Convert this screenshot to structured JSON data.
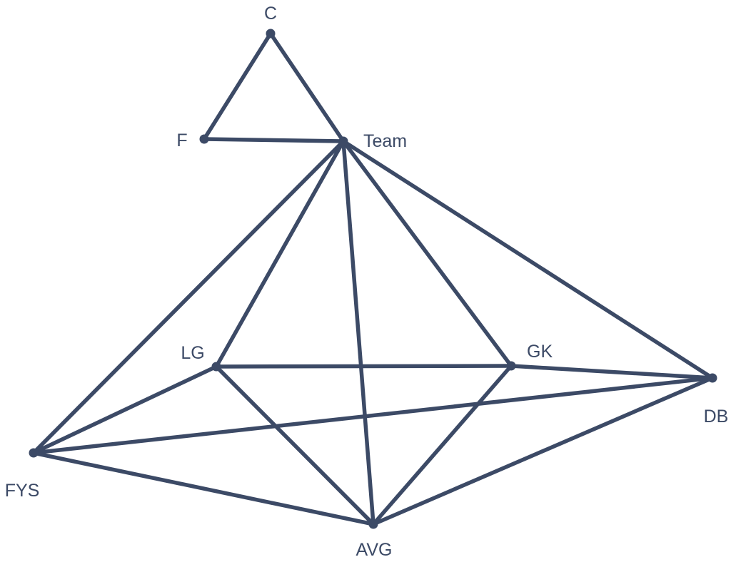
{
  "graph": {
    "nodes": [
      {
        "id": "C",
        "label": "C"
      },
      {
        "id": "F",
        "label": "F"
      },
      {
        "id": "Team",
        "label": "Team"
      },
      {
        "id": "LG",
        "label": "LG"
      },
      {
        "id": "GK",
        "label": "GK"
      },
      {
        "id": "DB",
        "label": "DB"
      },
      {
        "id": "FYS",
        "label": "FYS"
      },
      {
        "id": "AVG",
        "label": "AVG"
      }
    ],
    "edges": [
      [
        "C",
        "F"
      ],
      [
        "C",
        "Team"
      ],
      [
        "F",
        "Team"
      ],
      [
        "Team",
        "FYS"
      ],
      [
        "Team",
        "LG"
      ],
      [
        "Team",
        "AVG"
      ],
      [
        "Team",
        "GK"
      ],
      [
        "Team",
        "DB"
      ],
      [
        "LG",
        "GK"
      ],
      [
        "LG",
        "FYS"
      ],
      [
        "LG",
        "AVG"
      ],
      [
        "GK",
        "DB"
      ],
      [
        "GK",
        "AVG"
      ],
      [
        "FYS",
        "DB"
      ],
      [
        "FYS",
        "AVG"
      ],
      [
        "AVG",
        "DB"
      ]
    ],
    "color": "#3c4a66"
  }
}
